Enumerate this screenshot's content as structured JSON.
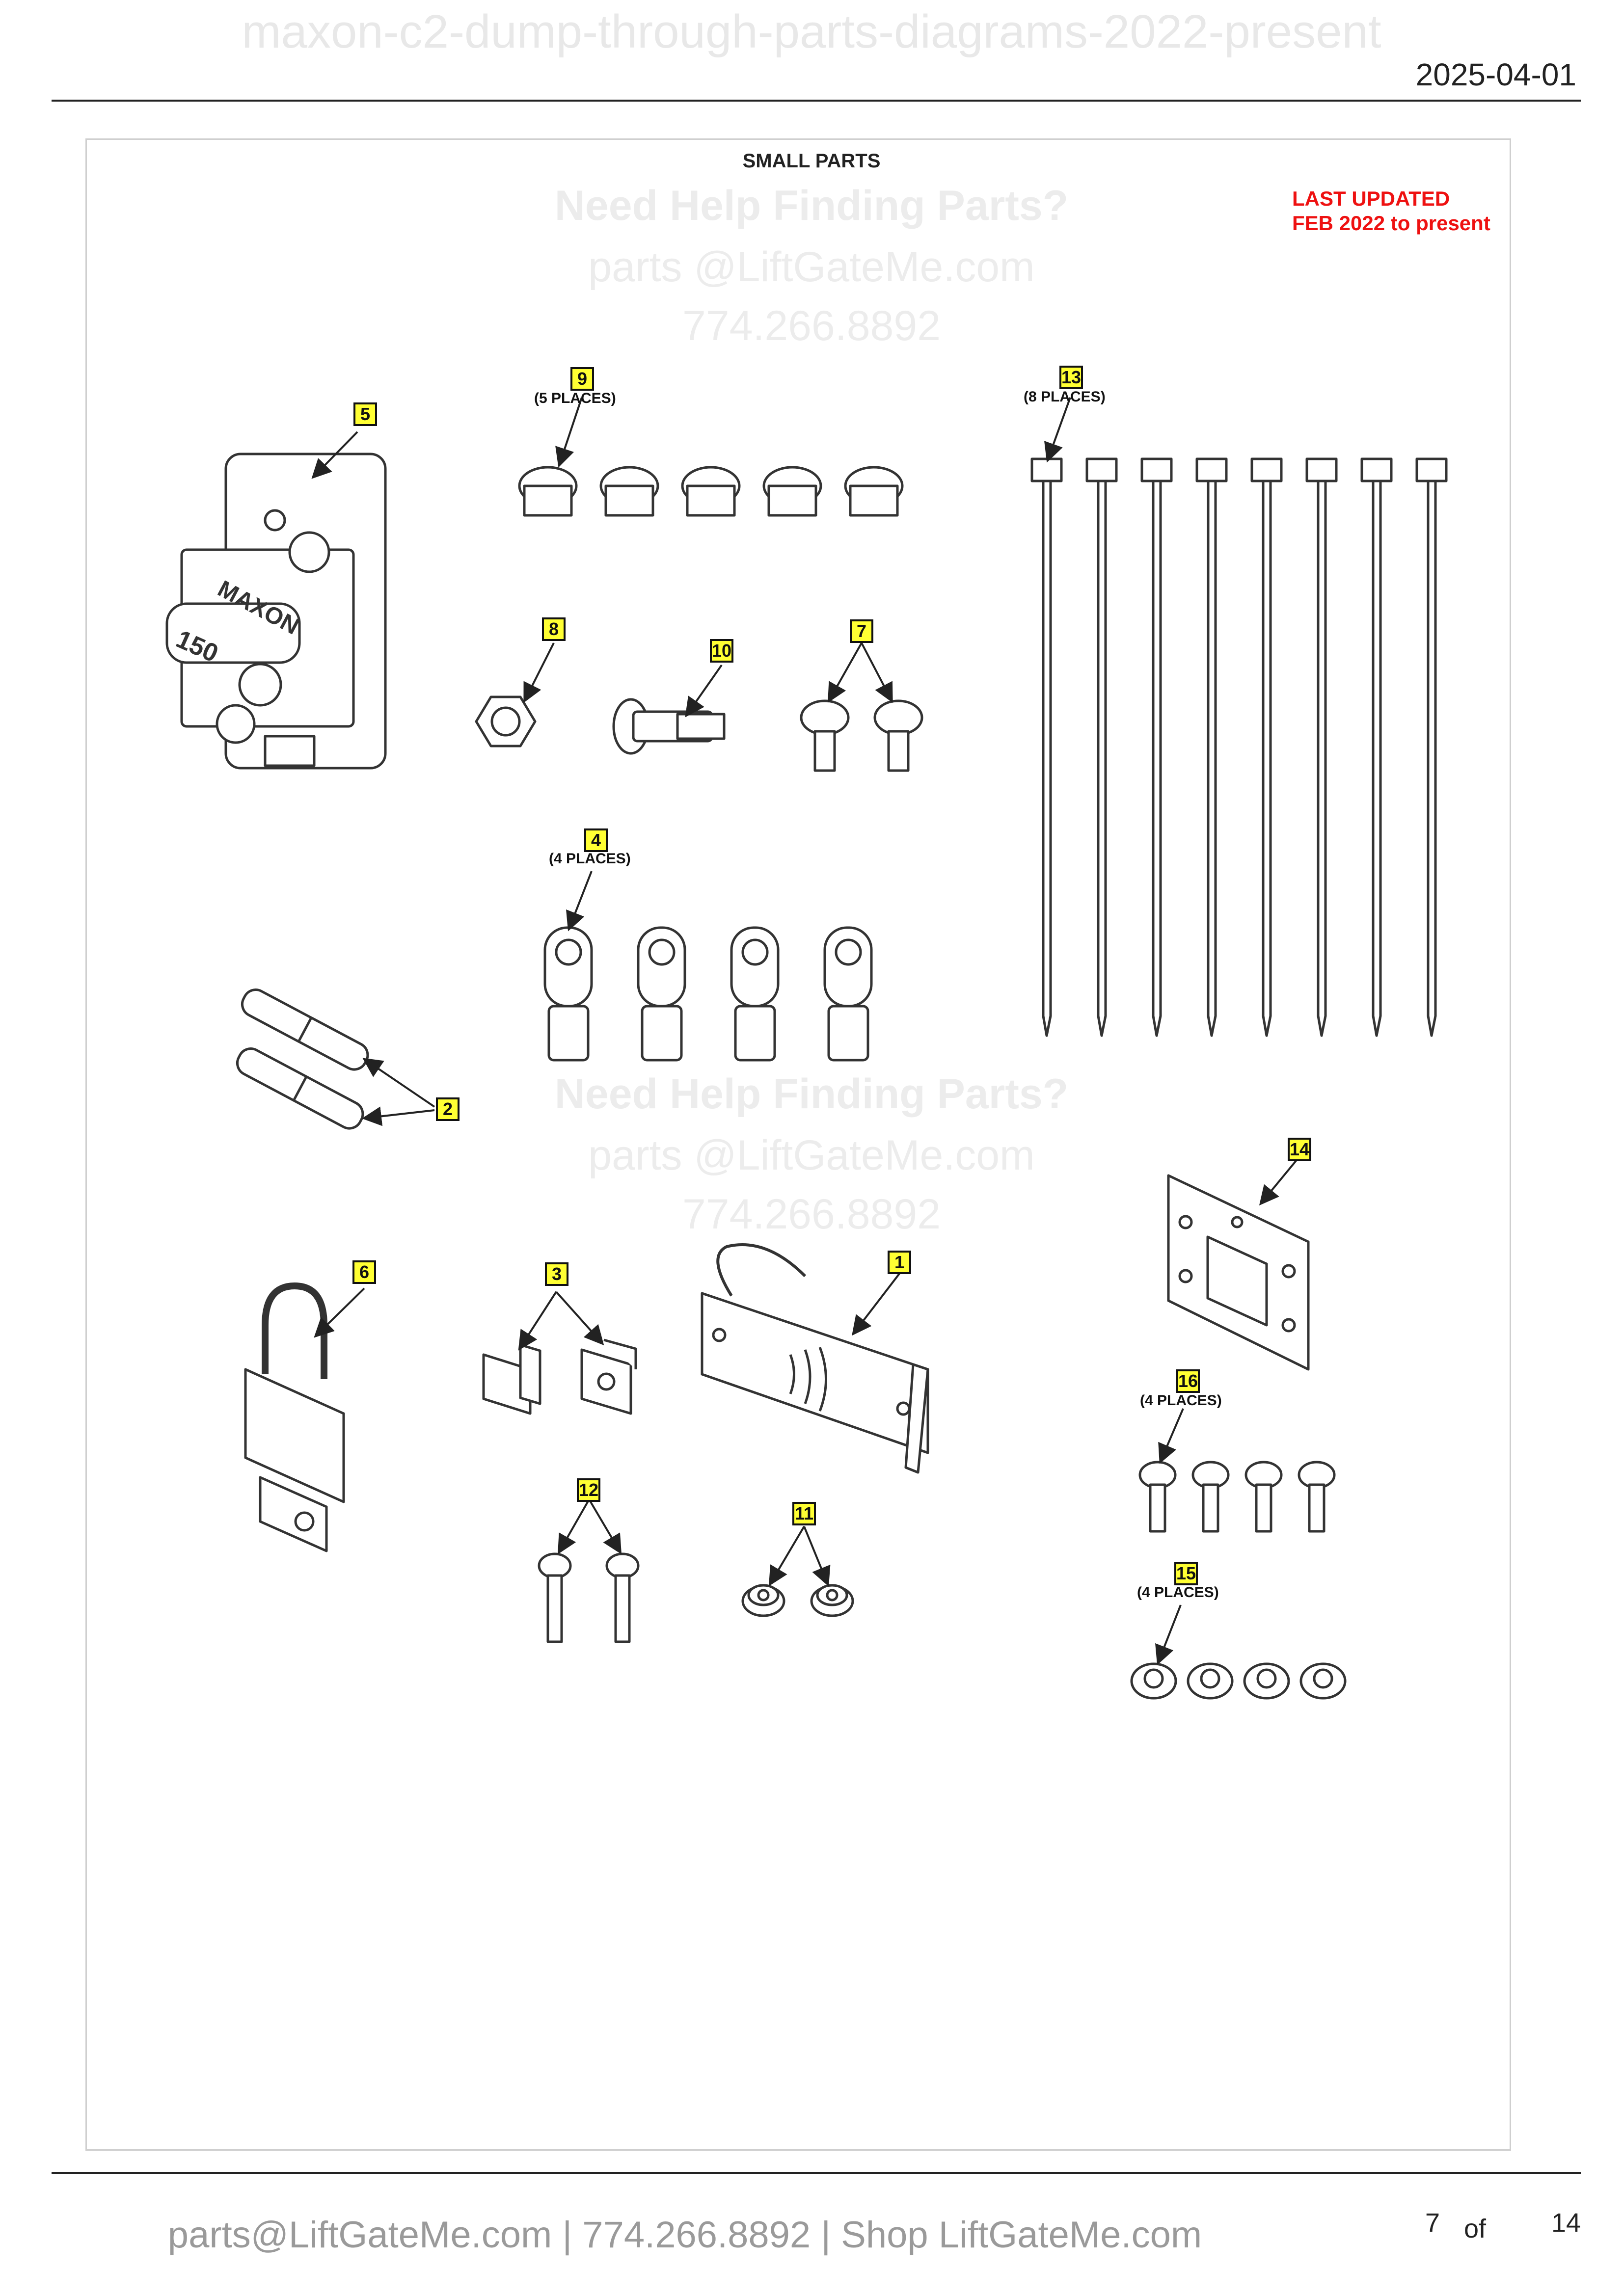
{
  "header": {
    "doc_title": "maxon-c2-dump-through-parts-diagrams-2022-present",
    "date": "2025-04-01"
  },
  "sheet": {
    "title": "SMALL PARTS",
    "last_updated_line1": "LAST UPDATED",
    "last_updated_line2": "FEB 2022 to present"
  },
  "watermark": {
    "heading": "Need Help Finding Parts?",
    "email": "parts @LiftGateMe.com",
    "phone": "774.266.8892"
  },
  "callouts": {
    "c1": "1",
    "c2": "2",
    "c3": "3",
    "c4": "4",
    "c5": "5",
    "c6": "6",
    "c7": "7",
    "c8": "8",
    "c9": "9",
    "c10": "10",
    "c11": "11",
    "c12": "12",
    "c13": "13",
    "c14": "14",
    "c15": "15",
    "c16": "16"
  },
  "places": {
    "p9": "(5 PLACES)",
    "p13": "(8 PLACES)",
    "p4": "(4 PLACES)",
    "p16": "(4 PLACES)",
    "p15": "(4 PLACES)"
  },
  "part_labels": {
    "breaker_brand": "MAXON",
    "breaker_rating": "150"
  },
  "footer": {
    "contact": "parts@LiftGateMe.com | 774.266.8892 | Shop LiftGateMe.com",
    "page_current": "7",
    "page_of": "of",
    "page_total": "14"
  }
}
